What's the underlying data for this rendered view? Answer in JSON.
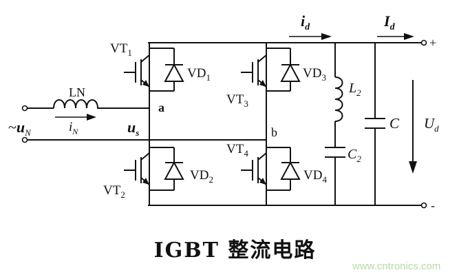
{
  "labels": {
    "vt1": "VT",
    "vt1_sub": "1",
    "vt2": "VT",
    "vt2_sub": "2",
    "vt3": "VT",
    "vt3_sub": "3",
    "vt4": "VT",
    "vt4_sub": "4",
    "vd1": "VD",
    "vd1_sub": "1",
    "vd2": "VD",
    "vd2_sub": "2",
    "vd3": "VD",
    "vd3_sub": "3",
    "vd4": "VD",
    "vd4_sub": "4",
    "ln": "LN",
    "i_n": "i",
    "i_n_sub": "N",
    "u_n_prefix": "~",
    "u_n": "u",
    "u_n_sub": "N",
    "u_s": "u",
    "u_s_sub": "s",
    "node_a": "a",
    "node_b": "b",
    "i_d": "i",
    "i_d_sub": "d",
    "I_d": "I",
    "I_d_sub": "d",
    "l2": "L",
    "l2_sub": "2",
    "c2": "C",
    "c2_sub": "2",
    "c": "C",
    "u_d": "U",
    "u_d_sub": "d",
    "plus": "+",
    "minus": "-"
  },
  "caption": "IGBT 整流电路",
  "watermark": "www.cntronics.com"
}
